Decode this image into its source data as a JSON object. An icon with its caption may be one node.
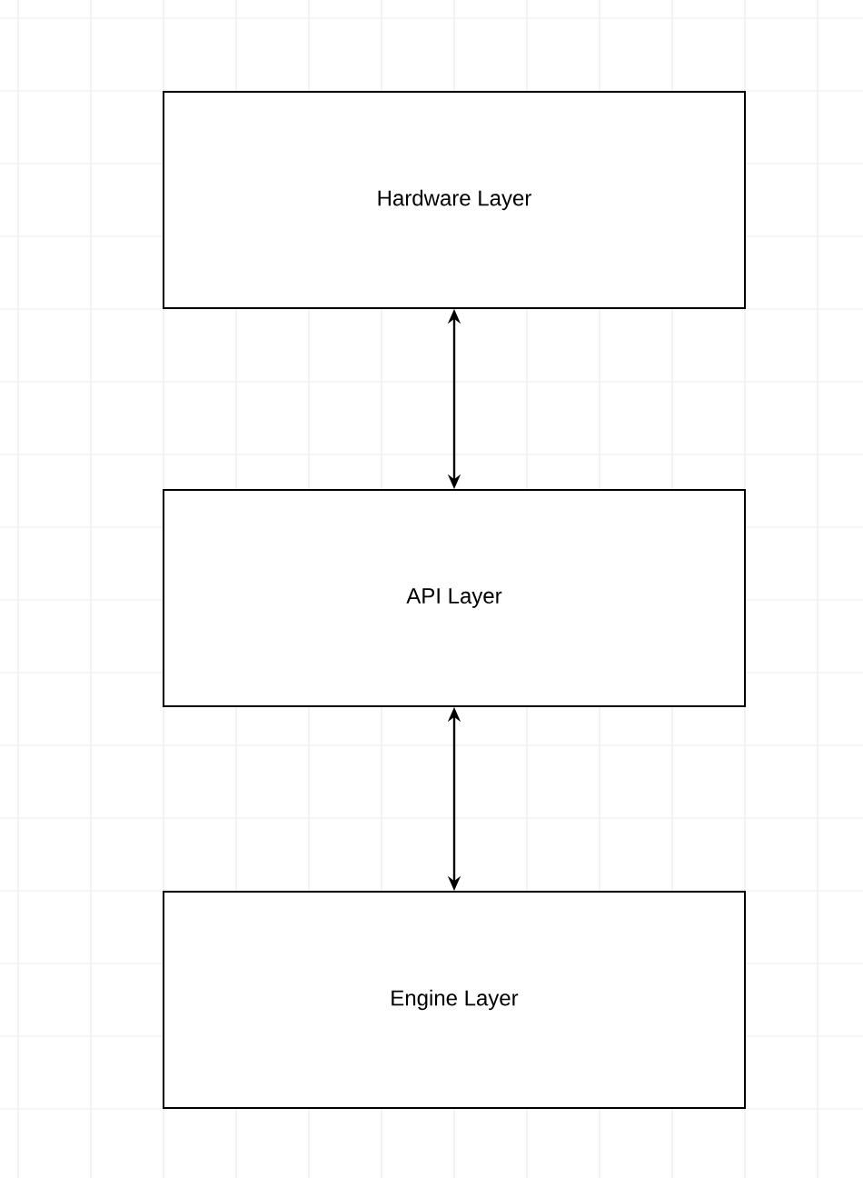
{
  "diagram": {
    "nodes": [
      {
        "text": [
          "Hardware Layer"
        ]
      },
      {
        "text": [
          "API Layer"
        ]
      },
      {
        "text": [
          "Engine Layer"
        ]
      }
    ],
    "edges": [
      {
        "from": 0,
        "to": 1,
        "arrow": "both"
      },
      {
        "from": 1,
        "to": 2,
        "arrow": "both"
      }
    ]
  }
}
